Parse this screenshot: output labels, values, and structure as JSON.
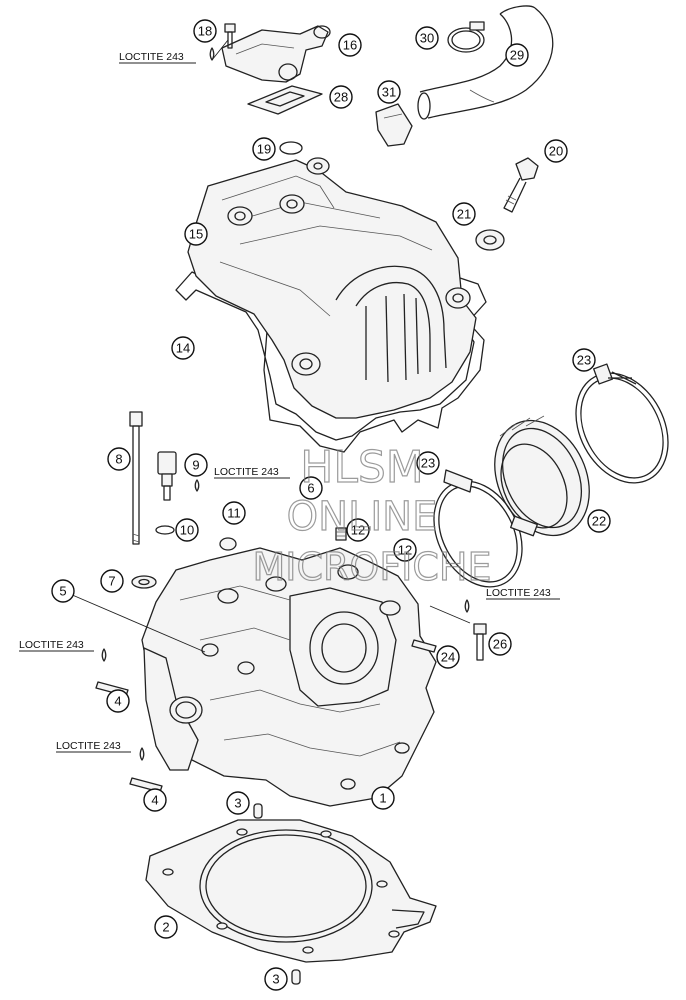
{
  "callouts": [
    {
      "num": "1"
    },
    {
      "num": "2"
    },
    {
      "num": "3"
    },
    {
      "num": "3"
    },
    {
      "num": "4"
    },
    {
      "num": "4"
    },
    {
      "num": "5"
    },
    {
      "num": "6"
    },
    {
      "num": "7"
    },
    {
      "num": "8"
    },
    {
      "num": "9"
    },
    {
      "num": "10"
    },
    {
      "num": "11"
    },
    {
      "num": "12"
    },
    {
      "num": "12"
    },
    {
      "num": "14"
    },
    {
      "num": "15"
    },
    {
      "num": "16"
    },
    {
      "num": "18"
    },
    {
      "num": "19"
    },
    {
      "num": "20"
    },
    {
      "num": "21"
    },
    {
      "num": "22"
    },
    {
      "num": "23"
    },
    {
      "num": "23"
    },
    {
      "num": "24"
    },
    {
      "num": "26"
    },
    {
      "num": "28"
    },
    {
      "num": "29"
    },
    {
      "num": "30"
    },
    {
      "num": "31"
    }
  ],
  "loctite_label": "LOCTITE 243",
  "watermark": {
    "line1": "HLSM",
    "line2": "ONLINE",
    "line3": "MICROFICHE"
  }
}
